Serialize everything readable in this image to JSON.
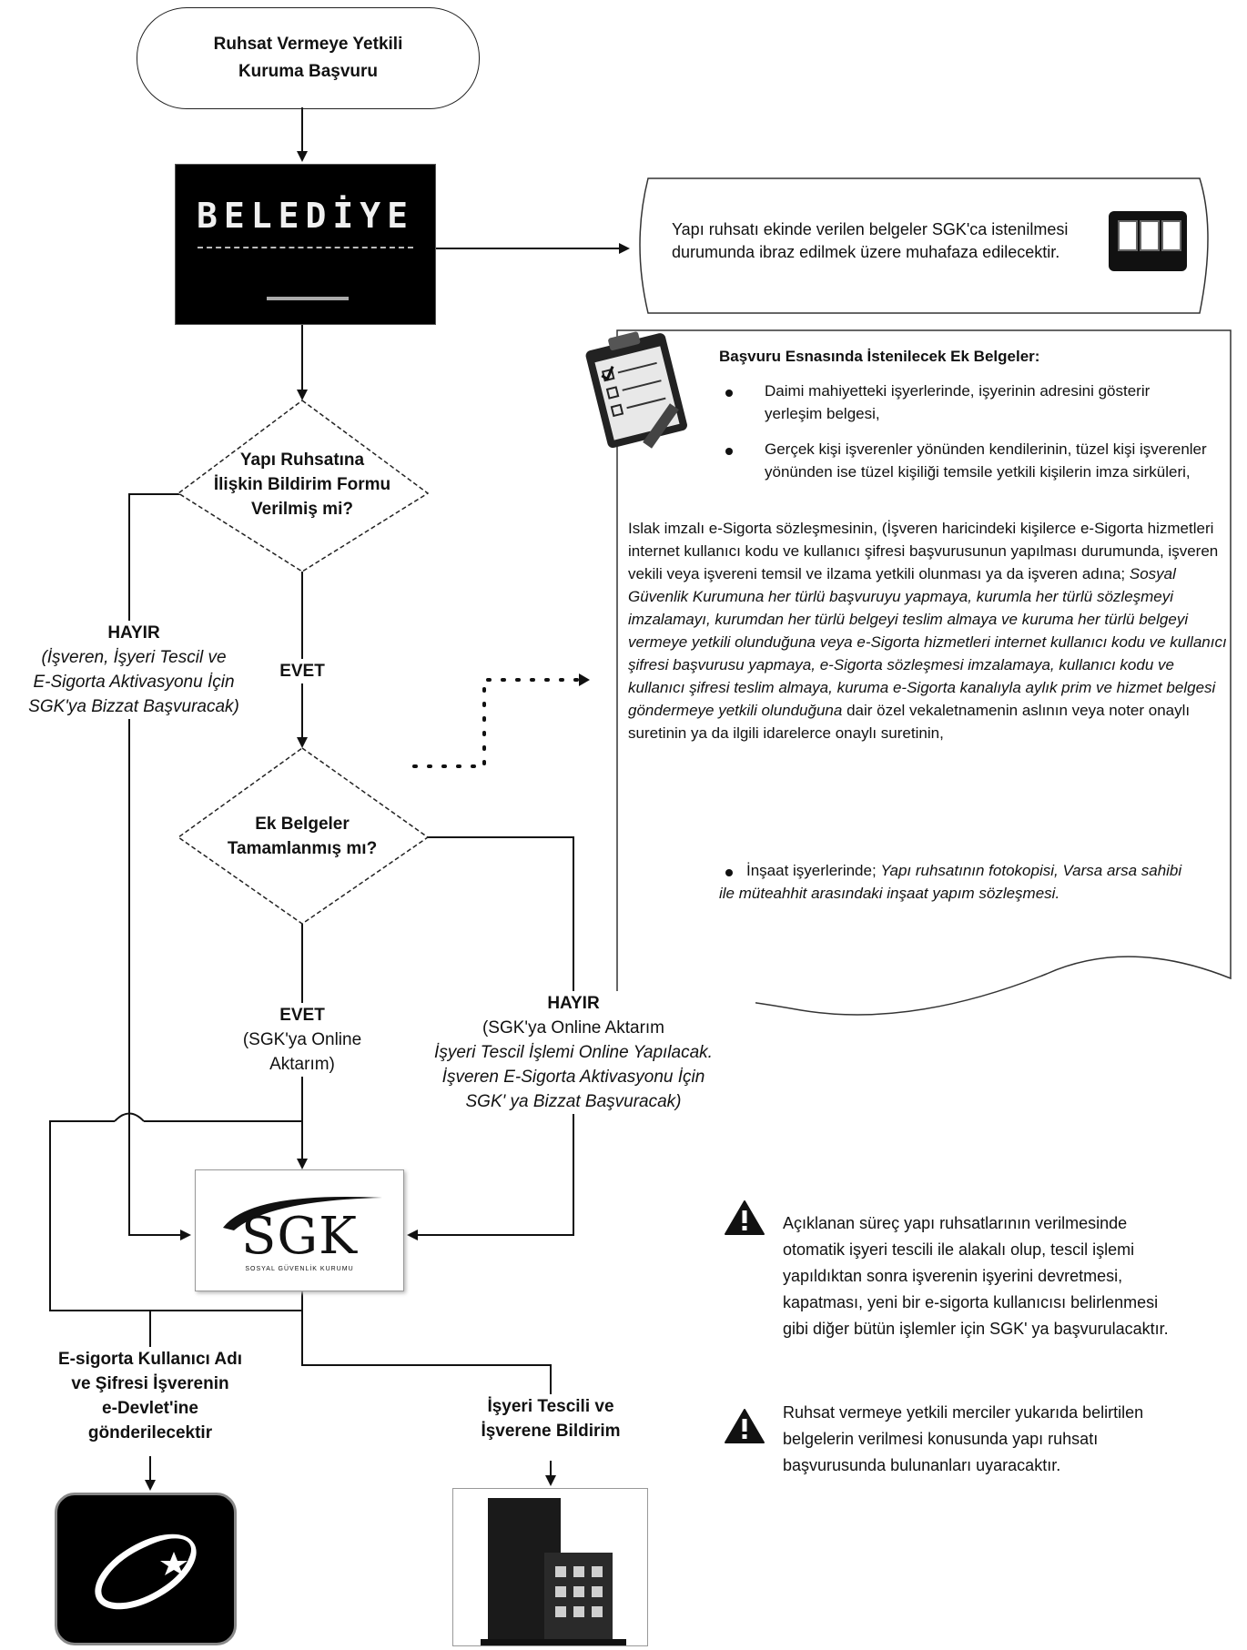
{
  "start": {
    "text": "Ruhsat Vermeye Yetkili Kuruma Başvuru"
  },
  "belediye": {
    "sign_text": "BELEDİYE"
  },
  "archive_note": {
    "text": "Yapı ruhsatı ekinde verilen belgeler SGK'ca istenilmesi durumunda ibraz edilmek üzere muhafaza edilecektir.",
    "icon": "binders-icon"
  },
  "documents": {
    "title": "Başvuru Esnasında İstenilecek Ek Belgeler:",
    "bullet1": "Daimi mahiyetteki işyerlerinde, işyerinin adresini gösterir yerleşim belgesi,",
    "bullet2": "Gerçek kişi işverenler yönünden kendilerinin, tüzel kişi işverenler yönünden ise tüzel kişiliği temsile yetkili kişilerin imza sirküleri,",
    "para_normal": "Islak imzalı e-Sigorta sözleşmesinin, (İşveren haricindeki kişilerce e-Sigorta hizmetleri internet kullanıcı kodu ve kullanıcı şifresi başvurusunun yapılması durumunda, işveren vekili veya işvereni temsil ve ilzama yetkili olunması ya da işveren adına;",
    "para_italic": "Sosyal Güvenlik Kurumuna her türlü başvuruyu yapmaya, kurumla her türlü sözleşmeyi imzalamayı, kurumdan her türlü belgeyi teslim almaya ve kuruma her türlü belgeyi vermeye yetkili olunduğuna veya e-Sigorta hizmetleri internet kullanıcı kodu ve kullanıcı şifresi başvurusu yapmaya, e-Sigorta sözleşmesi imzalamaya, kullanıcı kodu ve kullanıcı şifresi teslim almaya, kuruma e-Sigorta kanalıyla aylık prim ve hizmet belgesi göndermeye yetkili olunduğuna",
    "para_end": "dair özel vekaletnamenin aslının veya noter onaylı suretinin ya da ilgili idarelerce onaylı suretinin,",
    "bullet3_normal": "İnşaat işyerlerinde;",
    "bullet3_italic": "Yapı ruhsatının fotokopisi, Varsa arsa sahibi ile müteahhit arasındaki inşaat yapım sözleşmesi."
  },
  "decision1": {
    "line1": "Yapı Ruhsatına",
    "line2": "İlişkin Bildirim Formu",
    "line3": "Verilmiş mi?"
  },
  "no1": {
    "title": "HAYIR",
    "line1": "(İşveren, İşyeri Tescil ve",
    "line2": "E-Sigorta Aktivasyonu İçin",
    "line3": "SGK'ya Bizzat Başvuracak)"
  },
  "yes1": {
    "title": "EVET"
  },
  "decision2": {
    "line1": "Ek Belgeler",
    "line2": "Tamamlanmış mı?"
  },
  "yes2": {
    "title": "EVET",
    "line1": "(SGK'ya Online",
    "line2": "Aktarım)"
  },
  "no2": {
    "title": "HAYIR",
    "line1": "(SGK'ya Online Aktarım",
    "line2": "İşyeri Tescil İşlemi Online Yapılacak.",
    "line3": "İşveren E-Sigorta Aktivasyonu İçin",
    "line4": "SGK' ya Bizzat Başvuracak)"
  },
  "sgk": {
    "logo_text": "SGK",
    "subtitle": "SOSYAL GÜVENLİK KURUMU"
  },
  "output_left": {
    "line1": "E-sigorta Kullanıcı Adı",
    "line2": "ve Şifresi İşverenin",
    "line3": "e-Devlet'ine",
    "line4": "gönderilecektir"
  },
  "output_right": {
    "line1": "İşyeri Tescili ve",
    "line2": "İşverene Bildirim"
  },
  "warnings": [
    {
      "icon": "warning-icon",
      "text": "Açıklanan süreç yapı ruhsatlarının verilmesinde otomatik işyeri tescili ile alakalı olup, tescil işlemi yapıldıktan sonra işverenin işyerini devretmesi, kapatması, yeni bir e-sigorta kullanıcısı belirlenmesi gibi diğer bütün işlemler için SGK' ya başvurulacaktır."
    },
    {
      "icon": "warning-icon",
      "text": "Ruhsat vermeye yetkili merciler yukarıda belirtilen belgelerin verilmesi konusunda yapı ruhsatı başvurusunda bulunanları uyaracaktır."
    }
  ]
}
